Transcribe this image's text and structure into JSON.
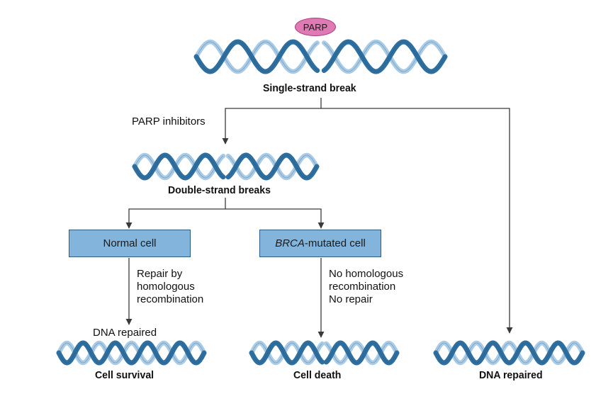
{
  "colors": {
    "helix_dark": "#2f6f9f",
    "helix_light": "#a9cbe6",
    "box_fill": "#82b4dc",
    "parp_fill": "#e07ab4",
    "line": "#3a3a3a"
  },
  "nodes": {
    "parp": "PARP",
    "single_strand_break": "Single-strand break",
    "double_strand_breaks": "Double-strand breaks",
    "normal_cell": "Normal cell",
    "brca_italic": "BRCA",
    "brca_rest": "-mutated cell",
    "dna_repaired_label": "DNA repaired",
    "cell_survival": "Cell survival",
    "cell_death": "Cell death",
    "dna_repaired_right": "DNA repaired"
  },
  "edges": {
    "parp_inhibitors": "PARP inhibitors",
    "repair_by_hr": "Repair by\nhomologous\nrecombination",
    "no_hr_repair": "No homologous\nrecombination\nNo repair"
  }
}
